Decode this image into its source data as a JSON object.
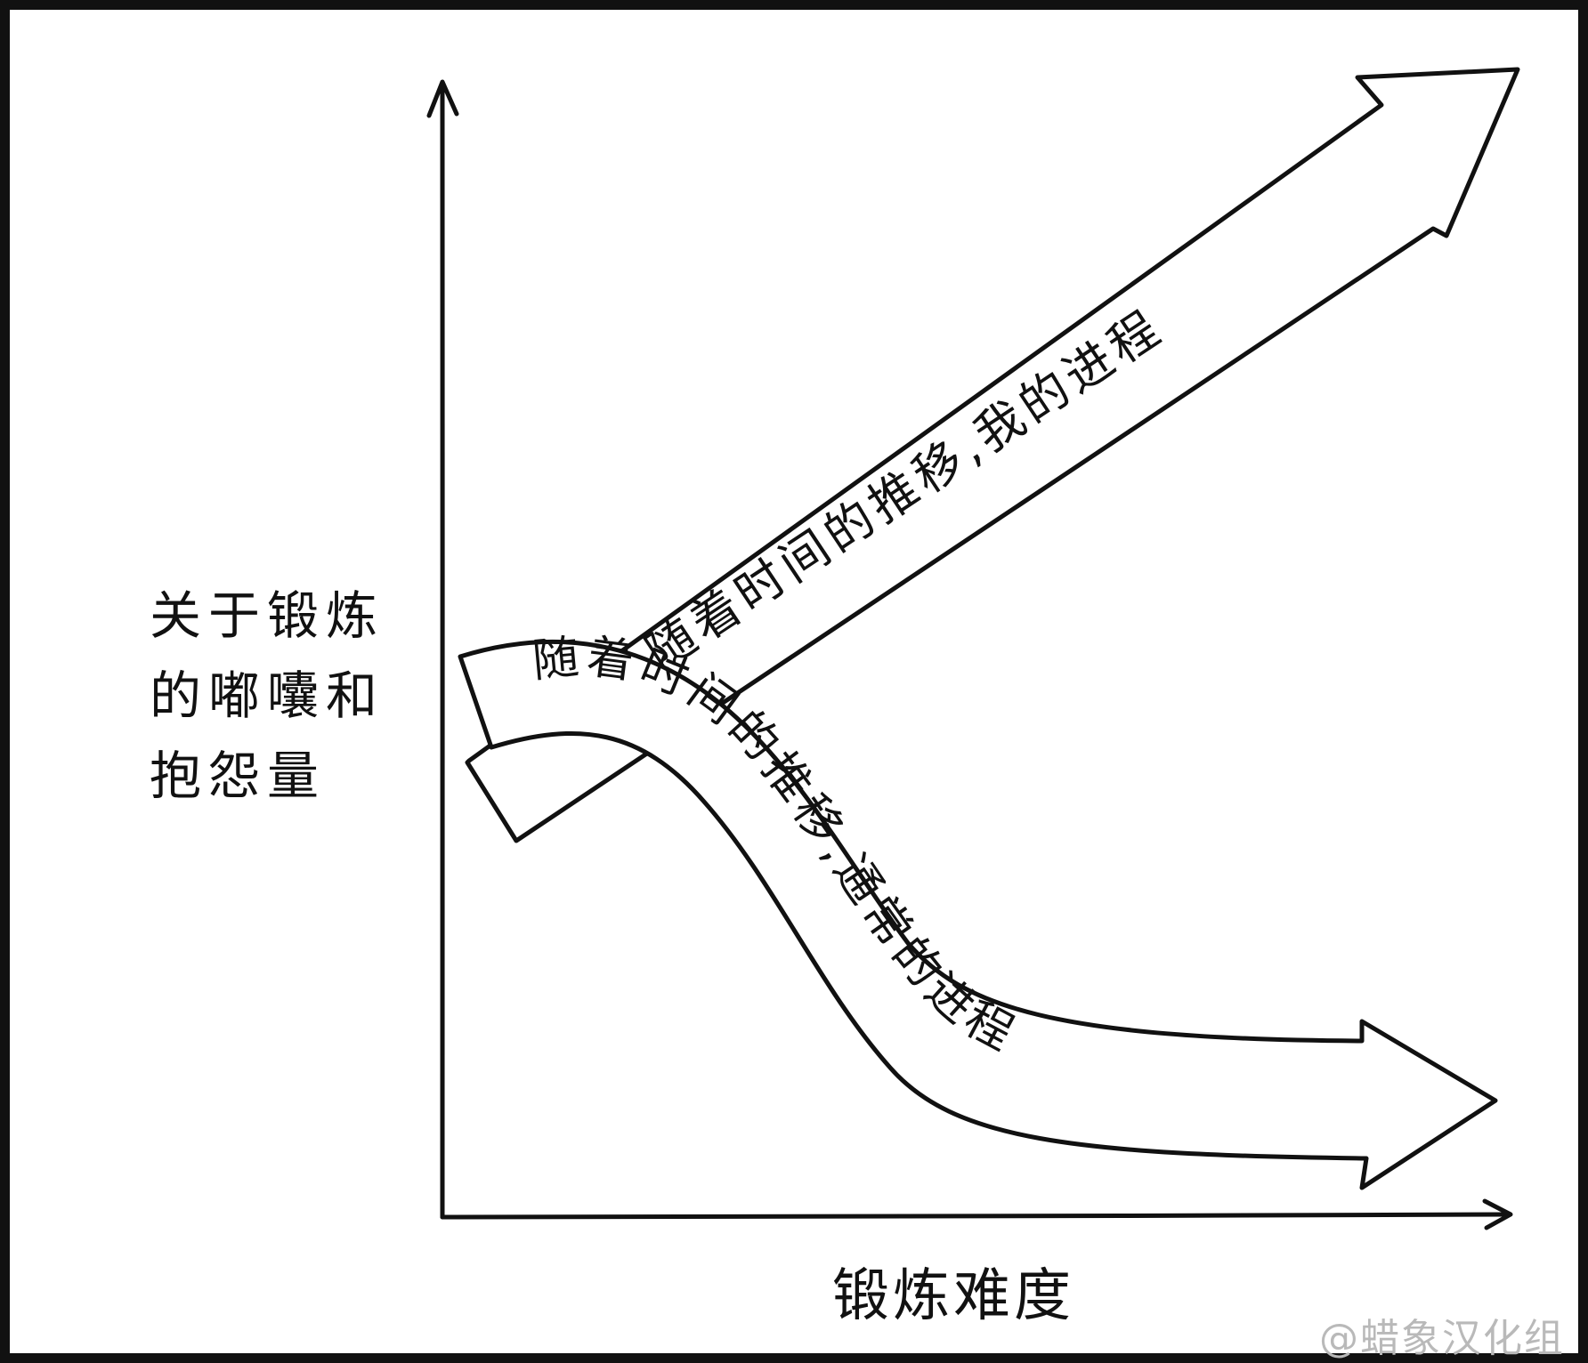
{
  "diagram": {
    "y_axis_label_lines": [
      "关于锻炼",
      "的嘟囔和",
      "抱怨量"
    ],
    "x_axis_label": "锻炼难度",
    "arrows": [
      {
        "id": "my-progress",
        "label": "随着时间的推移,我的进程",
        "trend": "increasing"
      },
      {
        "id": "usual-progress",
        "label": "随着时间的推移,通常的进程",
        "trend": "decreasing"
      }
    ],
    "watermark": "@蜡象汉化组",
    "colors": {
      "ink": "#111111",
      "background": "#ffffff",
      "watermark": "#b9b9b9"
    }
  }
}
